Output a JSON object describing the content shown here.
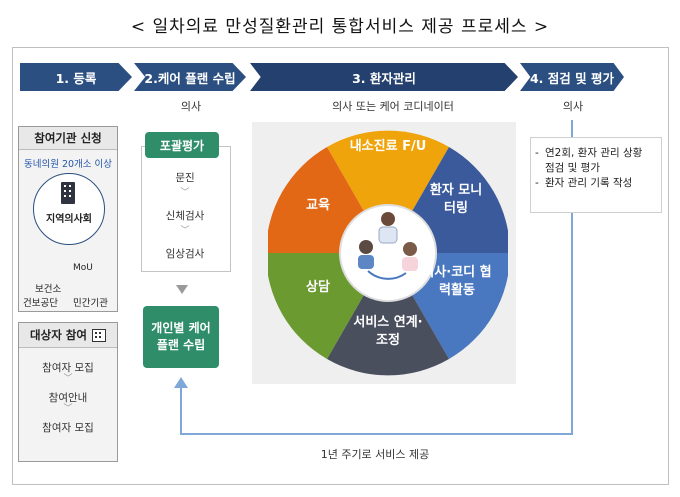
{
  "title": "< 일차의료 만성질환관리 통합서비스 제공 프로세스 >",
  "steps": [
    {
      "label": "1. 등록"
    },
    {
      "label": "2.케어 플랜 수립",
      "actor": "의사"
    },
    {
      "label": "3. 환자관리",
      "actor": "의사 또는 케어 코디네이터"
    },
    {
      "label": "4. 점검 및 평가",
      "actor": "의사"
    }
  ],
  "registration": {
    "institution_header": "참여기관 신청",
    "criteria": "동네의원 20개소 이상",
    "community": "지역의사회",
    "mou": "MoU",
    "partner_1": "보건소",
    "partner_2": "건보공단",
    "partner_3": "민간기관",
    "participant_header": "대상자 참여",
    "participant_steps": [
      "참여자 모집",
      "참여안내",
      "참여자 모집"
    ]
  },
  "care_plan": {
    "assessment_button": "포괄평가",
    "assessment_steps": [
      "문진",
      "신체검사",
      "임상검사"
    ],
    "plan_button": "개인별 케어 플랜 수립"
  },
  "management_wheel": {
    "segments": [
      {
        "label": "내소진료 F/U",
        "color": "#f0a40c"
      },
      {
        "label": "환자 모니터링",
        "color": "#3a5a9c"
      },
      {
        "label": "의사·코디 협력활동",
        "color": "#4a78c0"
      },
      {
        "label": "서비스 연계·조정",
        "color": "#4a4f5e"
      },
      {
        "label": "상담",
        "color": "#6a9a30"
      },
      {
        "label": "교육",
        "color": "#e26816"
      }
    ]
  },
  "evaluation": {
    "items": [
      "연2회, 환자 관리 상황 점검 및 평가",
      "환자 관리 기록 작성"
    ]
  },
  "cycle_label": "1년 주기로 서비스 제공"
}
